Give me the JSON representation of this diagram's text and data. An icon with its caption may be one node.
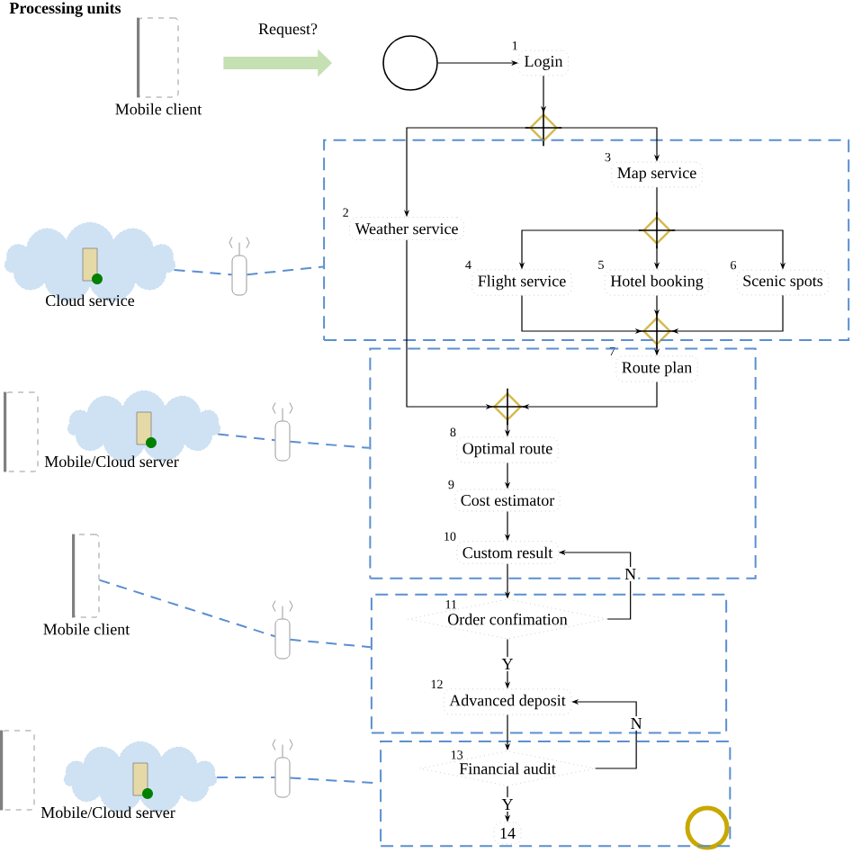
{
  "diagram": {
    "title": "Processing units",
    "nodes": [
      {
        "text": [
          "Mobile client"
        ]
      },
      {
        "text": [],
        "shape": "circle"
      },
      {
        "text": [
          "1",
          "Login"
        ]
      },
      {
        "text": [],
        "shape": "diamond"
      },
      {
        "text": [],
        "shape": "box"
      },
      {
        "text": [
          "2",
          "Weather service"
        ],
        "in": 4
      },
      {
        "text": [
          "3",
          "Map service"
        ],
        "in": 4
      },
      {
        "text": [],
        "shape": "diamond",
        "in": 4
      },
      {
        "text": [
          "4",
          "Flight service"
        ],
        "in": 4
      },
      {
        "text": [
          "5",
          "Hotel booking"
        ],
        "in": 4
      },
      {
        "text": [
          "6",
          "Scenic spots"
        ],
        "in": 4
      },
      {
        "text": [],
        "shape": "diamond",
        "in": 4
      },
      {
        "text": [],
        "shape": "box"
      },
      {
        "text": [
          "7",
          "Route plan"
        ],
        "in": 12
      },
      {
        "text": [],
        "shape": "diamond",
        "in": 12
      },
      {
        "text": [
          "8",
          "Optimal route"
        ],
        "in": 12
      },
      {
        "text": [
          "9",
          "Cost estimator"
        ],
        "in": 12
      },
      {
        "text": [
          "10",
          "Custom result"
        ],
        "in": 12
      },
      {
        "text": [],
        "shape": "box"
      },
      {
        "text": [
          "11",
          "Order confimation"
        ],
        "in": 18
      },
      {
        "text": [
          "12",
          "Advanced deposit"
        ],
        "in": 18
      },
      {
        "text": [],
        "shape": "box"
      },
      {
        "text": [
          "13",
          "Financial audit"
        ],
        "in": 21
      },
      {
        "text": [
          "14"
        ],
        "in": 21
      },
      {
        "text": [],
        "shape": "circle",
        "in": 21
      },
      {
        "text": [
          "Cloud service"
        ]
      },
      {
        "text": [],
        "shape": "antenna"
      },
      {
        "text": [],
        "shape": "phone"
      },
      {
        "text": [
          "Mobile/Cloud server"
        ]
      },
      {
        "text": [],
        "shape": "antenna"
      },
      {
        "text": [
          "Mobile client"
        ]
      },
      {
        "text": [],
        "shape": "antenna"
      },
      {
        "text": [],
        "shape": "phone"
      },
      {
        "text": [
          "Mobile/Cloud server"
        ]
      },
      {
        "text": [],
        "shape": "antenna"
      }
    ],
    "edges": [
      {
        "from": 0,
        "to": 1,
        "arrow": "to",
        "label": "Request?",
        "style": "thick",
        "color": "#c5e0b3"
      },
      {
        "from": 1,
        "to": 2,
        "arrow": "to"
      },
      {
        "from": 2,
        "to": 3,
        "arrow": "to"
      },
      {
        "from": 3,
        "to": 5,
        "arrow": "to"
      },
      {
        "from": 3,
        "to": 6,
        "arrow": "to"
      },
      {
        "from": 6,
        "to": 7,
        "arrow": "none"
      },
      {
        "from": 7,
        "to": 8,
        "arrow": "to"
      },
      {
        "from": 7,
        "to": 9,
        "arrow": "to"
      },
      {
        "from": 7,
        "to": 10,
        "arrow": "to"
      },
      {
        "from": 8,
        "to": 11,
        "arrow": "to"
      },
      {
        "from": 9,
        "to": 11,
        "arrow": "to"
      },
      {
        "from": 10,
        "to": 11,
        "arrow": "to"
      },
      {
        "from": 11,
        "to": 13,
        "arrow": "to"
      },
      {
        "from": 5,
        "to": 14,
        "arrow": "to"
      },
      {
        "from": 13,
        "to": 14,
        "arrow": "to"
      },
      {
        "from": 14,
        "to": 15,
        "arrow": "to"
      },
      {
        "from": 15,
        "to": 16,
        "arrow": "to"
      },
      {
        "from": 16,
        "to": 17,
        "arrow": "to"
      },
      {
        "from": 17,
        "to": 19,
        "arrow": "to"
      },
      {
        "from": 19,
        "to": 20,
        "arrow": "to",
        "label": "Y"
      },
      {
        "from": 19,
        "to": 17,
        "arrow": "to",
        "label": "N"
      },
      {
        "from": 20,
        "to": 22,
        "arrow": "to"
      },
      {
        "from": 22,
        "to": 20,
        "arrow": "to",
        "label": "N"
      },
      {
        "from": 22,
        "to": 23,
        "arrow": "to",
        "label": "Y"
      },
      {
        "from": 25,
        "to": 26,
        "arrow": "none",
        "style": "dashed",
        "color": "#5b8fd0"
      },
      {
        "from": 26,
        "to": 4,
        "arrow": "none",
        "style": "dashed",
        "color": "#5b8fd0"
      },
      {
        "from": 28,
        "to": 29,
        "arrow": "none",
        "style": "dashed",
        "color": "#5b8fd0"
      },
      {
        "from": 29,
        "to": 12,
        "arrow": "none",
        "style": "dashed",
        "color": "#5b8fd0"
      },
      {
        "from": 30,
        "to": 31,
        "arrow": "none",
        "style": "dashed",
        "color": "#5b8fd0"
      },
      {
        "from": 31,
        "to": 18,
        "arrow": "none",
        "style": "dashed",
        "color": "#5b8fd0"
      },
      {
        "from": 33,
        "to": 34,
        "arrow": "none",
        "style": "dashed",
        "color": "#5b8fd0"
      },
      {
        "from": 34,
        "to": 21,
        "arrow": "none",
        "style": "dashed",
        "color": "#5b8fd0"
      }
    ]
  }
}
